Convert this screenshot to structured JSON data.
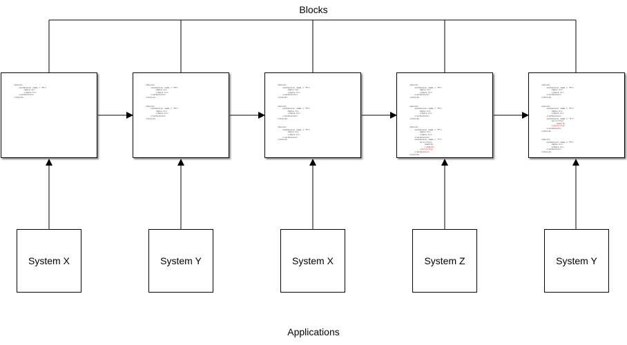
{
  "top_label": "Blocks",
  "bottom_label": "Applications",
  "blocks": [
    {
      "groups": [
        {
          "lines": [
            "<block>",
            "    <extension name = \"M\">",
            "        <mpls-tc>",
            "        </mpls-tc>",
            "    </extension>",
            "</block>"
          ],
          "red": []
        }
      ]
    },
    {
      "groups": [
        {
          "lines": [
            "<block>",
            "    <extension name = \"M\">",
            "        <mpls-tc>",
            "        </mpls-tc>",
            "    </extension>",
            "</block>"
          ],
          "red": []
        },
        {
          "lines": [
            "<block>",
            "    <extension name = \"M\">",
            "        <mpls-tc>",
            "        </mpls-tc>",
            "    </extension>",
            "</block>"
          ],
          "red": []
        }
      ]
    },
    {
      "groups": [
        {
          "lines": [
            "<block>",
            "    <extension name = \"M\">",
            "        <mpls-tc>",
            "        </mpls-tc>",
            "    </extension>",
            "</block>"
          ],
          "red": []
        },
        {
          "lines": [
            "<block>",
            "    <extension name = \"M\">",
            "        <mpls-tc>",
            "        </mpls-tc>",
            "    </extension>",
            "</block>"
          ],
          "red": []
        },
        {
          "lines": [
            "<block>",
            "    <extension name = \"M\">",
            "        <mpls-tc>",
            "        </mpls-tc>",
            "    </extension>",
            "</block>"
          ],
          "red": []
        }
      ]
    },
    {
      "groups": [
        {
          "lines": [
            "<block>",
            "    <extension name = \"M\">",
            "        <mpls-tc>",
            "        </mpls-tc>",
            "    </extension>",
            "</block>"
          ],
          "red": []
        },
        {
          "lines": [
            "<block>",
            "    <extension name = \"M\">",
            "        <mpls-tc>",
            "        </mpls-tc>",
            "    </extension>",
            "</block>"
          ],
          "red": []
        },
        {
          "lines": [
            "<block>",
            "    <extension name = \"M\">",
            "        <mpls-tc>",
            "        </mpls-tc>",
            "    </extension>",
            "    <extension name = \"T\">",
            "        <priority>",
            "            <match>",
            "            </match>",
            "        </priority>",
            "    </extension>",
            "</block>"
          ],
          "red": [
            8,
            9
          ]
        }
      ]
    },
    {
      "groups": [
        {
          "lines": [
            "<block>",
            "    <extension name = \"M\">",
            "        <mpls-tc>",
            "        </mpls-tc>",
            "    </extension>",
            "</block>"
          ],
          "red": []
        },
        {
          "lines": [
            "<block>",
            "    <extension name = \"M\">",
            "        <mpls-tc>",
            "        </mpls-tc>",
            "    </extension>",
            "    <extension name = \"T\">",
            "        <priority>",
            "            <match>",
            "        </priority>",
            "    </extension>",
            "</block>"
          ],
          "red": [
            7,
            8
          ]
        },
        {
          "lines": [
            "<block>",
            "    <extension name = \"M\">",
            "        <mpls-tc>",
            "        </mpls-tc>",
            "    </extension>",
            "</block>"
          ],
          "red": []
        }
      ]
    }
  ],
  "systems": [
    {
      "label": "System X"
    },
    {
      "label": "System Y"
    },
    {
      "label": "System X"
    },
    {
      "label": "System Z"
    },
    {
      "label": "System Y"
    }
  ]
}
